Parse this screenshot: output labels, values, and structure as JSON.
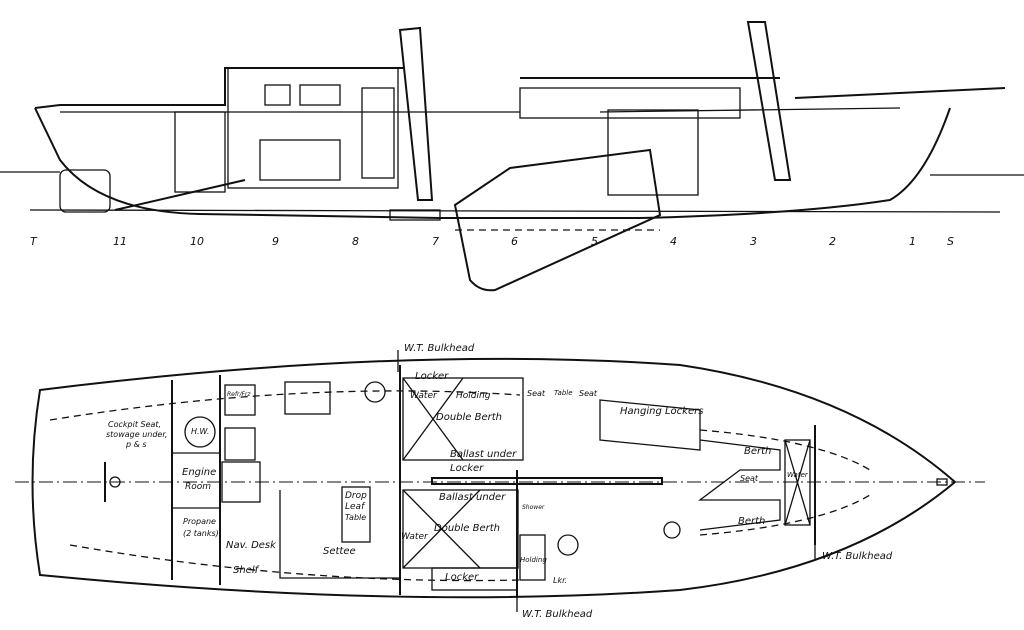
{
  "profile": {
    "stations": [
      "T",
      "11",
      "10",
      "9",
      "8",
      "7",
      "6",
      "5",
      "4",
      "3",
      "2",
      "1",
      "S"
    ]
  },
  "plan": {
    "labels": {
      "wt_bulkhead_1": "W.T. Bulkhead",
      "wt_bulkhead_2": "W.T. Bulkhead",
      "wt_bulkhead_3": "W.T. Bulkhead",
      "cockpit_seat": "Cockpit Seat,",
      "stowage": "stowage under,",
      "ps": "p & s",
      "hw": "H.W.",
      "engine": "Engine",
      "room": "Room",
      "propane": "Propane",
      "tanks": "(2 tanks)",
      "nav_desk": "Nav. Desk",
      "shelf": "Shelf",
      "settee": "Settee",
      "drop": "Drop",
      "leaf": "Leaf",
      "table": "Table",
      "refer": "Refr/Frz",
      "locker_1": "Locker",
      "locker_2": "Locker",
      "locker_3": "Locker",
      "water_1": "Water",
      "water_2": "Water",
      "water_3": "Water",
      "holding_1": "Holding",
      "holding_2": "Holding",
      "double_berth_1": "Double Berth",
      "double_berth_2": "Double Berth",
      "ballast_1": "Ballast under",
      "ballast_2": "Ballast under",
      "seat_1": "Seat",
      "table_2": "Table",
      "seat_2": "Seat",
      "hanging": "Hanging Lockers",
      "shower": "Shower",
      "lkr": "Lkr.",
      "berth_1": "Berth",
      "seat_3": "Seat",
      "berth_2": "Berth"
    }
  }
}
